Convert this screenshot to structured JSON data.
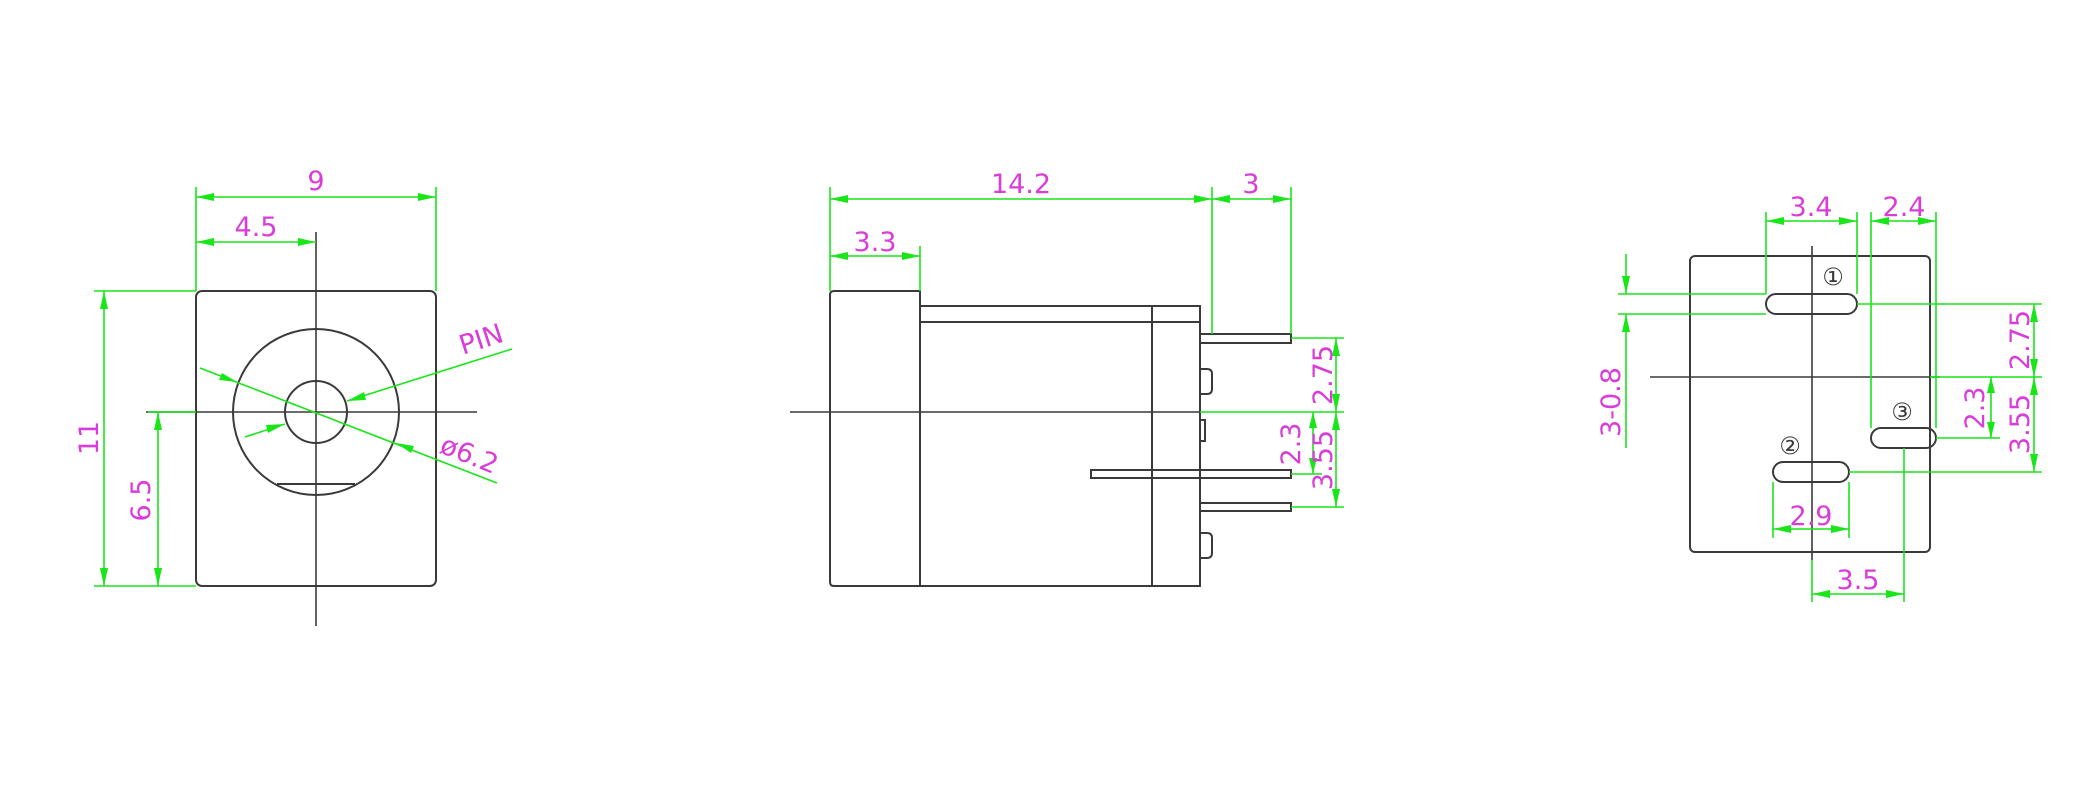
{
  "front_view": {
    "width": "9",
    "half_width": "4.5",
    "height": "11",
    "center_height": "6.5",
    "pin_label": "PIN",
    "diameter": "ø6.2"
  },
  "side_view": {
    "body_length": "14.2",
    "pin_length": "3",
    "step_length": "3.3",
    "pin1_offset": "2.75",
    "pin2_offset": "2.3",
    "pin3_offset": "3.55"
  },
  "bottom_view": {
    "slot_spacing_left": "3.4",
    "slot_spacing_right": "2.4",
    "slot_width": "3-0.8",
    "offset_2_75": "2.75",
    "offset_2_3": "2.3",
    "offset_3_55": "3.55",
    "slot_length": "2.9",
    "slot_distance": "3.5",
    "pin_markers": [
      "①",
      "②",
      "③"
    ]
  }
}
